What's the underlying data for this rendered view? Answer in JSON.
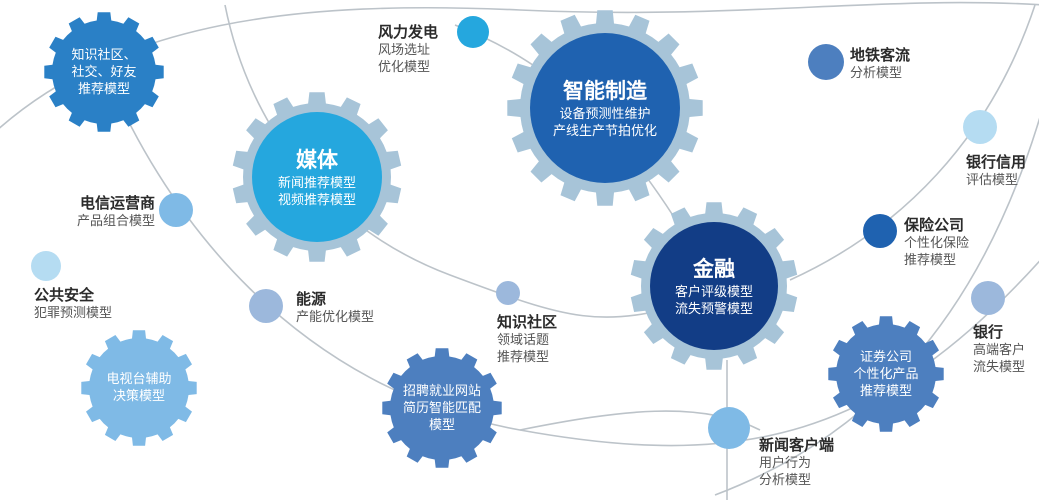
{
  "colors": {
    "line": "#bcc3c9",
    "dark": "#123d86",
    "mid": "#1f62b0",
    "med": "#2a80c6",
    "bright": "#25a7de",
    "steel": "#4d7fbf",
    "light": "#7fbae6",
    "pale": "#b5dcf2",
    "gear_ring": "#a7c4d8"
  },
  "gears": [
    {
      "id": "media",
      "title": "媒体",
      "lines": [
        "新闻推荐模型",
        "视频推荐模型"
      ]
    },
    {
      "id": "manufacturing",
      "title": "智能制造",
      "lines": [
        "设备预测性维护",
        "产线生产节拍优化"
      ]
    },
    {
      "id": "finance",
      "title": "金融",
      "lines": [
        "客户评级模型",
        "流失预警模型"
      ]
    },
    {
      "id": "social",
      "title": "",
      "lines": [
        "知识社区、",
        "社交、好友",
        "推荐模型"
      ]
    },
    {
      "id": "tv",
      "title": "",
      "lines": [
        "电视台辅助",
        "决策模型"
      ]
    },
    {
      "id": "recruit",
      "title": "",
      "lines": [
        "招聘就业网站",
        "简历智能匹配",
        "模型"
      ]
    },
    {
      "id": "securities",
      "title": "",
      "lines": [
        "证券公司",
        "个性化产品",
        "推荐模型"
      ]
    }
  ],
  "labels": [
    {
      "id": "wind",
      "head": "风力发电",
      "sub": [
        "风场选址",
        "优化模型"
      ]
    },
    {
      "id": "metro",
      "head": "地铁客流",
      "sub": [
        "分析模型"
      ]
    },
    {
      "id": "telecom",
      "head": "电信运营商",
      "sub": [
        "产品组合模型"
      ]
    },
    {
      "id": "bank-credit",
      "head": "银行信用",
      "sub": [
        "评估模型"
      ]
    },
    {
      "id": "insurance",
      "head": "保险公司",
      "sub": [
        "个性化保险",
        "推荐模型"
      ]
    },
    {
      "id": "security",
      "head": "公共安全",
      "sub": [
        "犯罪预测模型"
      ]
    },
    {
      "id": "energy",
      "head": "能源",
      "sub": [
        "产能优化模型"
      ]
    },
    {
      "id": "knowledge",
      "head": "知识社区",
      "sub": [
        "领域话题",
        "推荐模型"
      ]
    },
    {
      "id": "bank",
      "head": "银行",
      "sub": [
        "高端客户",
        "流失模型"
      ]
    },
    {
      "id": "news-client",
      "head": "新闻客户端",
      "sub": [
        "用户行为",
        "分析模型"
      ]
    }
  ]
}
